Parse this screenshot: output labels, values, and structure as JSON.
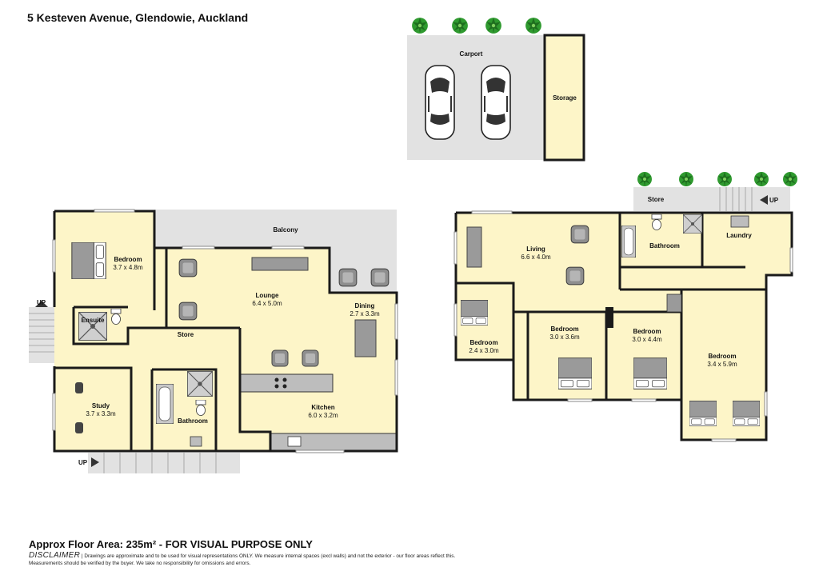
{
  "title": "5 Kesteven Avenue, Glendowie, Auckland",
  "floor_area": "Approx Floor Area: 235m² - FOR VISUAL PURPOSE ONLY",
  "disclaimer": {
    "heading": "DISCLAIMER",
    "line1": "| Drawings are approximate and to be used for visual representations ONLY. We measure internal spaces (excl walls) and not the exterior - our floor areas reflect this.",
    "line2": "Measurements should be verified by the buyer. We take no responsibility for omissions and errors."
  },
  "labels": {
    "carport": "Carport",
    "storage": "Storage",
    "balcony": "Balcony",
    "lounge": "Lounge",
    "dining": "Dining",
    "kitchen": "Kitchen",
    "bedroom": "Bedroom",
    "ensuite": "Ensuite",
    "store": "Store",
    "study": "Study",
    "bathroom": "Bathroom",
    "living": "Living",
    "laundry": "Laundry",
    "up": "UP"
  },
  "dimensions": {
    "left_bedroom": "3.7 x 4.8m",
    "lounge": "6.4 x 5.0m",
    "dining": "2.7 x 3.3m",
    "kitchen": "6.0 x 3.2m",
    "study": "3.7 x 3.3m",
    "living": "6.6 x 4.0m",
    "bedroom_small": "2.4 x 3.0m",
    "bedroom_mid1": "3.0 x 3.6m",
    "bedroom_mid2": "3.0 x 4.4m",
    "bedroom_large": "3.4 x 5.9m"
  },
  "colors": {
    "floor": "#fdf5c8",
    "wall": "#1a1a1a",
    "exterior": "#e2e2e2",
    "tree": "#2f9a2f",
    "cabinet": "#bdbdbd",
    "furniture": "#9c9c9c"
  }
}
